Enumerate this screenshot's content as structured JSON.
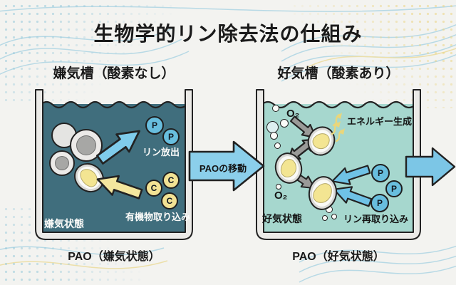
{
  "title": "生物学的リン除去法の仕組み",
  "tanks": {
    "anaerobic": {
      "header": "嫌気槽（酸素なし）",
      "caption": "PAO（嫌気状態）",
      "label_release": "リン放出",
      "label_uptake": "有機物取り込み",
      "label_state": "嫌気状態"
    },
    "aerobic": {
      "header": "好気槽（酸素あり）",
      "caption": "PAO（好気状態）",
      "label_o2": "O₂",
      "label_energy": "エネルギー生成",
      "label_reuptake": "リン再取り込み",
      "label_state": "好気状態"
    }
  },
  "transfer": {
    "label": "PAOの移動"
  },
  "particles": {
    "phosphorus": "P",
    "carbon": "C"
  },
  "colors": {
    "anaerobic_water": "#406e7d",
    "aerobic_water": "#a6d7ce",
    "phosphorus_blue": "#68bede",
    "carbon_yellow": "#f2e294",
    "transfer_arrow_blue": "#8bcfeb",
    "uptake_arrow_yellow": "#f4e79e",
    "gray_arrow": "#9a9a98",
    "tank_wall": "#ebeae7",
    "background": "#f3f3f0"
  }
}
